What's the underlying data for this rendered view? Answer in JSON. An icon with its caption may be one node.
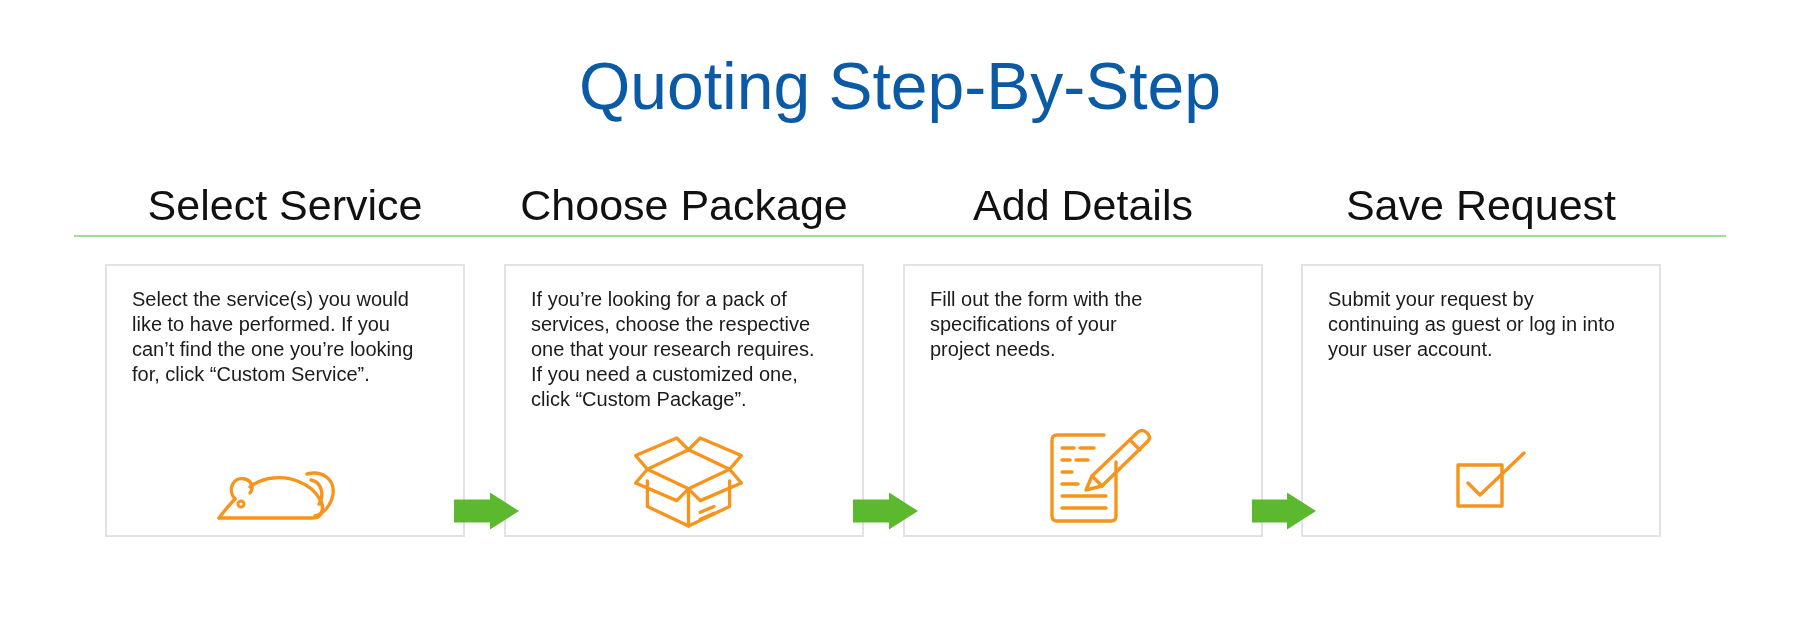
{
  "diagram": {
    "title": "Quoting Step-By-Step",
    "nodes": [
      {
        "text": [
          "Select Service",
          "Select the service(s) you would like to have performed. If you can’t find the one you’re looking for, click “Custom Service”."
        ]
      },
      {
        "text": [
          "Choose Package",
          "If you’re looking for a pack of services, choose the respective one that your research requires. If you need a customized one, click “Custom Package”."
        ]
      },
      {
        "text": [
          "Add Details",
          "Fill out the form with the specifications of your project needs."
        ]
      },
      {
        "text": [
          "Save Request",
          "Submit your request by continuing as guest or log in into your user account."
        ]
      }
    ],
    "edges": [
      {
        "from": 0,
        "to": 1,
        "arrow": "to"
      },
      {
        "from": 1,
        "to": 2,
        "arrow": "to"
      },
      {
        "from": 2,
        "to": 3,
        "arrow": "to"
      }
    ]
  }
}
